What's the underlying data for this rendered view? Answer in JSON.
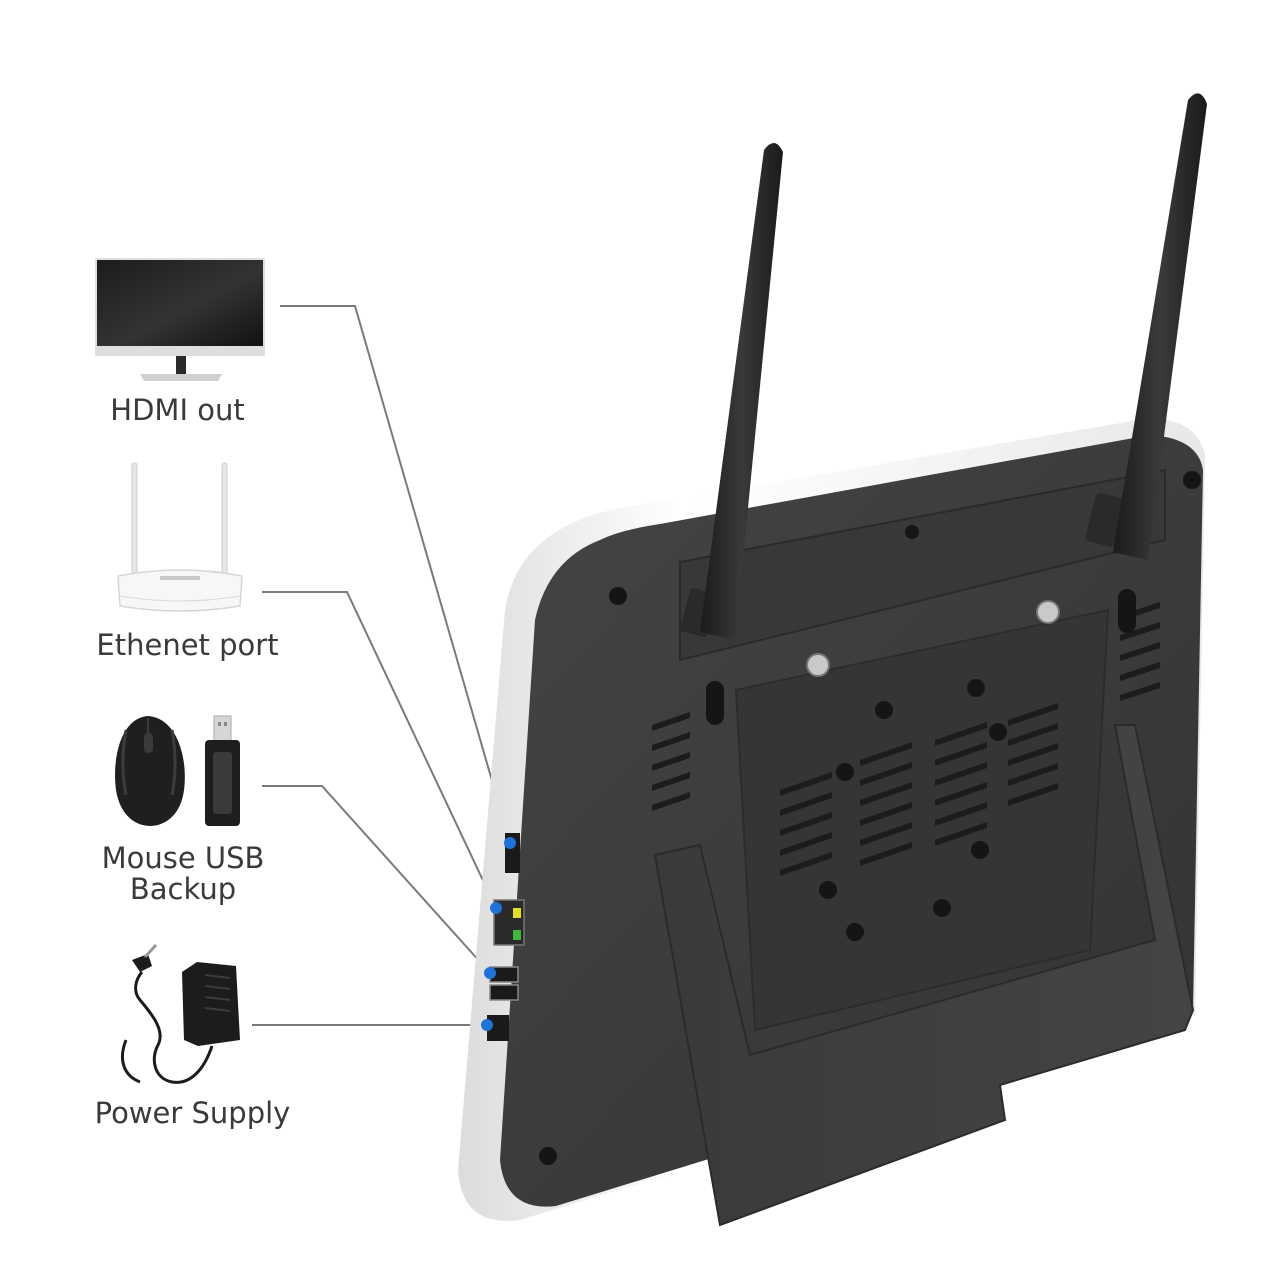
{
  "callouts": {
    "hdmi": {
      "label": "HDMI out",
      "icon": "monitor-icon"
    },
    "ethernet": {
      "label": "Ethenet port",
      "icon": "router-icon"
    },
    "usb": {
      "label_line1": "Mouse USB",
      "label_line2": "Backup",
      "icons": [
        "mouse-icon",
        "usb-drive-icon"
      ]
    },
    "power": {
      "label": "Power Supply",
      "icon": "power-adapter-icon"
    }
  },
  "colors": {
    "device_body": "#3b3b3b",
    "device_frame": "#f2f2f2",
    "antenna": "#262626",
    "port_marker": "#1e73d8",
    "leader_line": "#7a7a7a",
    "label_text": "#3a3a3a"
  }
}
